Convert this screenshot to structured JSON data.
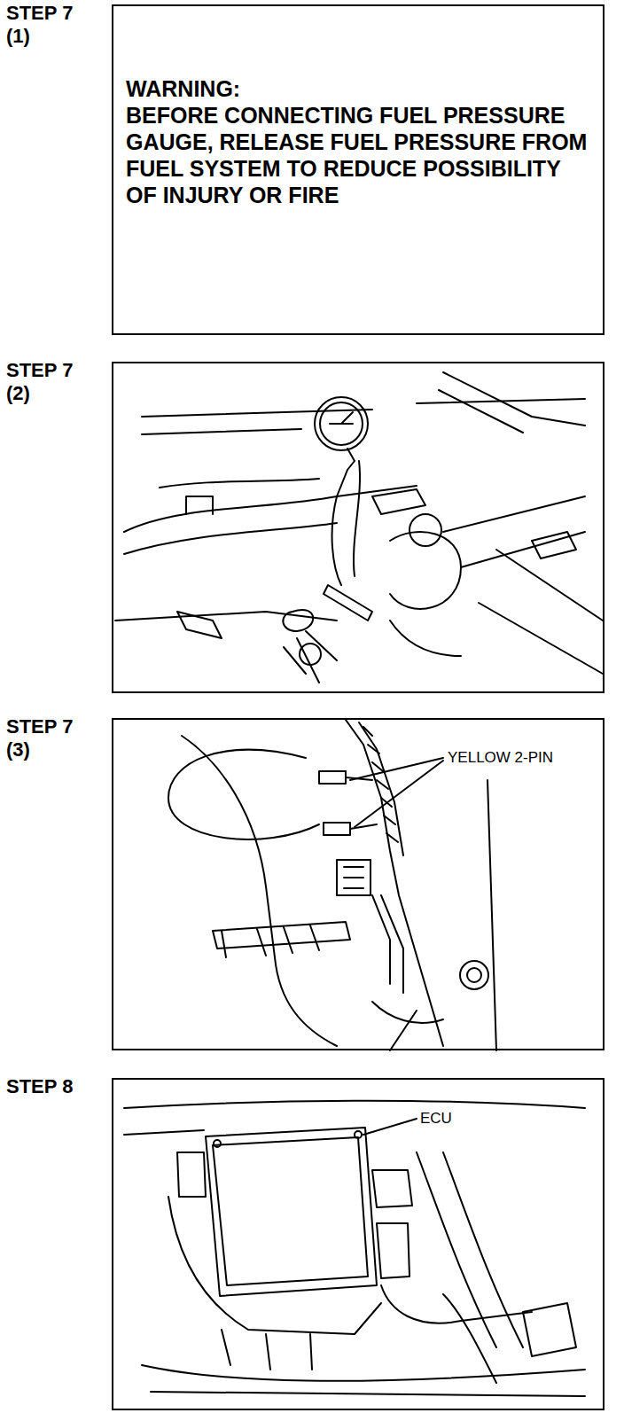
{
  "diagram": {
    "nodes": [
      {
        "text": [
          "STEP 7 (1)",
          "WARNING:",
          "BEFORE CONNECTING FUEL PRESSURE GAUGE, RELEASE FUEL PRESSURE FROM FUEL SYSTEM TO REDUCE POSSIBILITY OF INJURY OR FIRE"
        ]
      },
      {
        "text": [
          "STEP 7 (2)"
        ]
      },
      {
        "text": [
          "STEP 7 (3)"
        ]
      },
      {
        "text": [
          "STEP 8"
        ]
      }
    ],
    "labels": [
      "YELLOW 2-PIN",
      "ECU"
    ]
  }
}
